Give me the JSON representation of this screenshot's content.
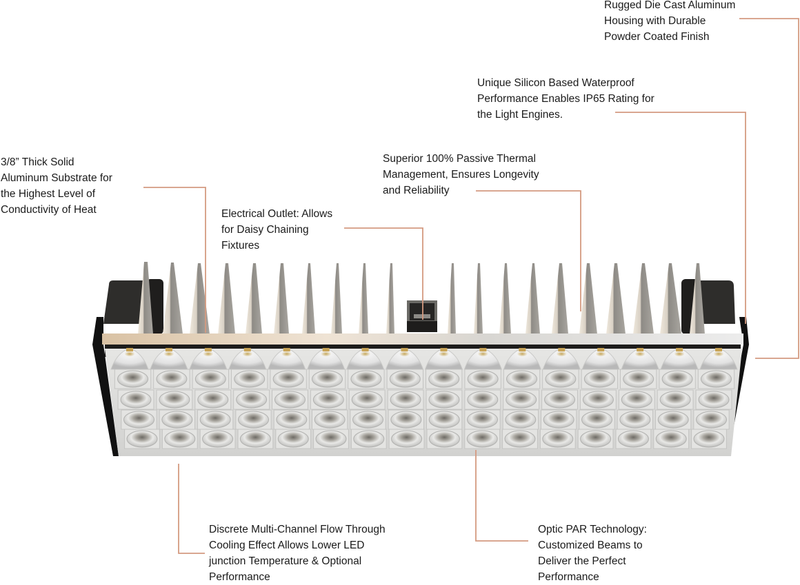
{
  "diagram": {
    "subject": "LED flood light fixture with heat-sink fins and 5x16 optic lens array",
    "leader_color": "#d49a80",
    "text_color": "#1a1a1a",
    "lens_grid": {
      "rows": 5,
      "columns": 16
    },
    "fin_count": 20
  },
  "callouts": [
    {
      "id": "housing",
      "lines": [
        "Rugged Die Cast Aluminum",
        "Housing with Durable",
        "Powder Coated Finish"
      ]
    },
    {
      "id": "waterproof",
      "lines": [
        "Unique Silicon Based Waterproof",
        "Performance Enables IP65 Rating for",
        "the Light Engines."
      ]
    },
    {
      "id": "substrate",
      "lines": [
        "3/8” Thick Solid",
        "Aluminum Substrate for",
        "the Highest Level of",
        "Conductivity of Heat"
      ]
    },
    {
      "id": "thermal",
      "lines": [
        "Superior 100% Passive Thermal",
        "Management, Ensures Longevity",
        "and Reliability"
      ]
    },
    {
      "id": "outlet",
      "lines": [
        "Electrical Outlet: Allows",
        "for Daisy Chaining",
        "Fixtures"
      ]
    },
    {
      "id": "cooling",
      "lines": [
        "Discrete Multi-Channel Flow Through",
        "Cooling Effect Allows Lower LED",
        "junction Temperature & Optional",
        "Performance"
      ]
    },
    {
      "id": "optic",
      "lines": [
        "Optic PAR Technology:",
        "Customized Beams to",
        "Deliver the Perfect",
        "Performance"
      ]
    }
  ]
}
